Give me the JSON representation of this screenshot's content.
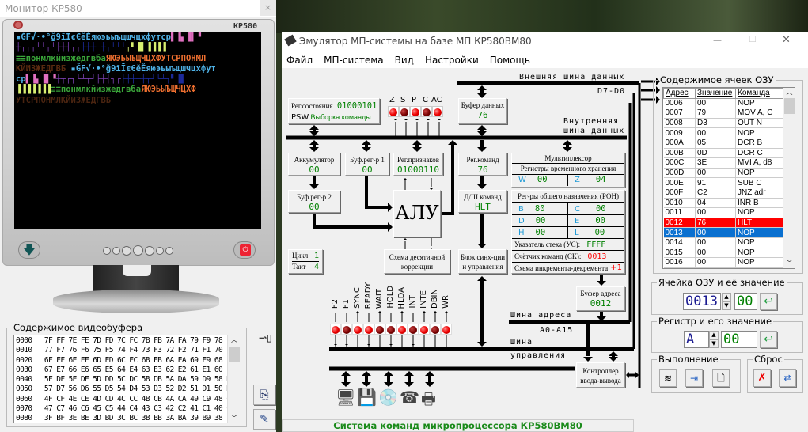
{
  "monitor_window": {
    "title": "Монитор КР580",
    "close": "×",
    "brand": "КР580",
    "screen_rows": [
      [
        {
          "t": "▪ĞF√·•°ğ9ĩĪєЄĕĔяюэьыъщшчцхфутср",
          "c": "#4fb3e8"
        },
        {
          "t": "▌▐▖▐▌▝",
          "c": "#e070c0"
        }
      ],
      [
        {
          "t": "┼┬┌┐└┴┬┘├┼┤┐┌",
          "c": "#7a3fb0"
        },
        {
          "t": "├┼┼─┼┬┘└┴",
          "c": "#1c2a9a"
        },
        {
          "t": "┐▘▐▌▐▐▐▐",
          "c": "#d8f070"
        }
      ],
      [
        {
          "t": "≡≡понмлкйизжедгвба",
          "c": "#3aa53a"
        },
        {
          "t": "ЯЮЭЬЫЪЩЧЦХФУТСРПОНМЛ",
          "c": "#f07030"
        }
      ],
      [
        {
          "t": "КЙИЗЖЕДГВБ",
          "c": "#5a2a10"
        },
        {
          "t": " ▪ĞF√·•°ğ9ĩĪєЄĕĔяюэьыъщшчцхфут",
          "c": "#4fb3e8"
        }
      ],
      [
        {
          "t": "ср",
          "c": "#4fb3e8"
        },
        {
          "t": "▌▐▖▐▌▝",
          "c": "#e070c0"
        },
        {
          "t": "┼┬┌┐└┴┬┘├┼┤┐┌",
          "c": "#7a3fb0"
        },
        {
          "t": "├┼┼─┼┬┘└┴┐▘▐▌",
          "c": "#1c2a9a"
        }
      ],
      [
        {
          "t": "▐▐▐▐▐▐▐",
          "c": "#d8f070"
        },
        {
          "t": "≡≡понмлкйизжедгвба",
          "c": "#3aa53a"
        },
        {
          "t": "ЯЮЭЬЫЪЩЧЦХФ",
          "c": "#f07030"
        }
      ],
      [
        {
          "t": "УТСРПОНМЛКЙИЗЖЕДГВБ",
          "c": "#4a2410"
        }
      ]
    ],
    "videobuffer": {
      "label": "Содержимое видеобуфера",
      "rows": [
        "0000   7F FF 7E FE 7D FD 7C FC 7B FB 7A FA 79 F9 78 F8",
        "0010   77 F7 76 F6 75 F5 74 F4 73 F3 72 F2 71 F1 70 F0",
        "0020   6F EF 6E EE 6D ED 6C EC 6B EB 6A EA 69 E9 68 E8",
        "0030   67 E7 66 E6 65 E5 64 E4 63 E3 62 E2 61 E1 60 E0",
        "0040   5F DF 5E DE 5D DD 5C DC 5B DB 5A DA 59 D9 58 D8",
        "0050   57 D7 56 D6 55 D5 54 D4 53 D3 52 D2 51 D1 50 D0",
        "0060   4F CF 4E CE 4D CD 4C CC 4B CB 4A CA 49 C9 48 C8",
        "0070   47 C7 46 C6 45 C5 44 C4 43 C3 42 C2 41 C1 40 C0",
        "0080   3F BF 3E BE 3D BD 3C BC 3B BB 3A BA 39 B9 38 B8"
      ]
    }
  },
  "main_window": {
    "title": "Эмулятор МП-системы на базе МП КР580ВМ80",
    "controls": {
      "minimize": "—",
      "maximize": "☐",
      "close": "✕"
    },
    "menu": [
      "Файл",
      "МП-система",
      "Вид",
      "Настройки",
      "Помощь"
    ]
  },
  "diagram": {
    "ext_bus": "Внешняя шина данных",
    "ext_bus_bits": "D7-D0",
    "int_bus_1": "Внутренняя",
    "int_bus_2": "шина данных",
    "psw": {
      "label": "Рег.состояния",
      "value": "01000101",
      "psw": "PSW",
      "state": "Выборка команды"
    },
    "flags": [
      {
        "n": "Z",
        "on": true
      },
      {
        "n": "S",
        "on": false
      },
      {
        "n": "P",
        "on": true
      },
      {
        "n": "C",
        "on": false
      },
      {
        "n": "AC",
        "on": true
      }
    ],
    "data_buffer": {
      "label": "Буфер данных",
      "value": "76"
    },
    "accumulator": {
      "label": "Аккумулятор",
      "value": "00"
    },
    "buf_reg1": {
      "label": "Буф.рег-р 1",
      "value": "00"
    },
    "flag_reg": {
      "label": "Рег.признаков",
      "value": "01000110"
    },
    "cmd_reg": {
      "label": "Рег.команд",
      "value": "76"
    },
    "buf_reg2": {
      "label": "Буф.рег-р 2",
      "value": "00"
    },
    "alu": "АЛУ",
    "decoder": {
      "label": "Д/Ш команд",
      "value": "HLT"
    },
    "cycle": {
      "cycle_label": "Цикл",
      "cycle": "1",
      "tact_label": "Такт",
      "tact": "4"
    },
    "decimal_corr": {
      "l1": "Схема десятичной",
      "l2": "коррекции"
    },
    "sync_block": {
      "l1": "Блок синх-ции",
      "l2": "и управления"
    },
    "mux": {
      "title": "Мультиплексор",
      "temp_title": "Регистры временного хранения",
      "W": "00",
      "Z": "04"
    },
    "ron": {
      "title": "Рег-ры общего назначения (РОН)",
      "B": "80",
      "C": "00",
      "D": "00",
      "E": "00",
      "H": "00",
      "L": "00",
      "sp_label": "Указатель стека (УС):",
      "sp": "FFFF",
      "pc_label": "Счётчик команд (СК):",
      "pc": "0013",
      "inc_label": "Схема инкремента-декремента",
      "inc": "+1"
    },
    "addr_buffer": {
      "label": "Буфер адреса",
      "value": "0012"
    },
    "addr_bus": "Шина адреса",
    "addr_bits": "A0-A15",
    "ctrl_bus_1": "Шина",
    "ctrl_bus_2": "управления",
    "io_ctrl": {
      "l1": "Контроллер",
      "l2": "ввода-вывода"
    },
    "signals": [
      {
        "n": "F2",
        "on": true
      },
      {
        "n": "F1",
        "on": false
      },
      {
        "n": "SYNC",
        "on": true
      },
      {
        "n": "READY",
        "on": true
      },
      {
        "n": "WAIT",
        "on": false
      },
      {
        "n": "HOLD",
        "on": false
      },
      {
        "n": "HLDA",
        "on": true
      },
      {
        "n": "INT",
        "on": false
      },
      {
        "n": "INTE",
        "on": true
      },
      {
        "n": "DBIN",
        "on": false
      },
      {
        "n": "WR",
        "on": true
      }
    ],
    "devices": [
      "monitor-icon",
      "disk-drive-icon",
      "cd-drive-icon",
      "phone-icon",
      "printer-icon"
    ],
    "footer": "Система команд микропроцессора КР580ВМ80"
  },
  "ram": {
    "label": "Содержимое ячеек ОЗУ",
    "columns": [
      "Адрес",
      "Значение",
      "Команда"
    ],
    "rows": [
      [
        "0006",
        "00",
        "NOP"
      ],
      [
        "0007",
        "79",
        "MOV A, C"
      ],
      [
        "0008",
        "D3",
        "OUT N"
      ],
      [
        "0009",
        "00",
        "NOP"
      ],
      [
        "000A",
        "05",
        "DCR B"
      ],
      [
        "000B",
        "0D",
        "DCR C"
      ],
      [
        "000C",
        "3E",
        "MVI A, d8"
      ],
      [
        "000D",
        "00",
        "NOP"
      ],
      [
        "000E",
        "91",
        "SUB C"
      ],
      [
        "000F",
        "C2",
        "JNZ adr"
      ],
      [
        "0010",
        "04",
        "INR B"
      ],
      [
        "0011",
        "00",
        "NOP"
      ],
      [
        "0012",
        "76",
        "HLT"
      ],
      [
        "0013",
        "00",
        "NOP"
      ],
      [
        "0014",
        "00",
        "NOP"
      ],
      [
        "0015",
        "00",
        "NOP"
      ],
      [
        "0016",
        "00",
        "NOP"
      ]
    ],
    "highlight_red": "0012",
    "highlight_blue": "0013"
  },
  "cell_edit": {
    "label": "Ячейка ОЗУ и её значение",
    "address": "0013",
    "value": "00"
  },
  "reg_edit": {
    "label": "Регистр и его значение",
    "register": "A",
    "value": "00"
  },
  "execution": {
    "label": "Выполнение"
  },
  "reset": {
    "label": "Сброс"
  },
  "colors": {
    "value_green": "#008000",
    "led_on": "#ee0000",
    "led_off": "#800000",
    "pc_red": "#ff0000",
    "reg_name_blue": "#1e9ad6",
    "row_red": "#ff0000",
    "row_blue": "#0a70d0"
  }
}
